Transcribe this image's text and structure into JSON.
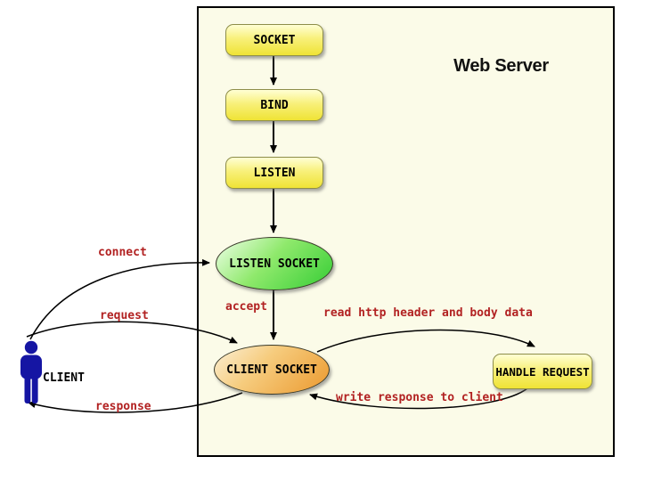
{
  "diagram": {
    "title": "Web Server",
    "client": {
      "label": "CLIENT"
    },
    "nodes": {
      "socket": "SOCKET",
      "bind": "BIND",
      "listen": "LISTEN",
      "listen_socket": "LISTEN SOCKET",
      "client_socket": "CLIENT SOCKET",
      "handle_request": "HANDLE REQUEST"
    },
    "edges": {
      "connect": "connect",
      "request": "request",
      "response": "response",
      "accept": "accept",
      "read": "read http header and body data",
      "write": "write response to client"
    },
    "colors": {
      "panel_bg": "#FBFBE8",
      "node_yellow_top": "#FFFFD4",
      "node_yellow_bottom": "#EFE335",
      "node_border": "#8E8E4A",
      "green_top": "#EFFFE9",
      "green_bottom": "#35CD35",
      "orange_top": "#FBF0D6",
      "orange_bottom": "#EB992E",
      "edge_label": "#B22222",
      "client_blue": "#1515A3"
    }
  }
}
